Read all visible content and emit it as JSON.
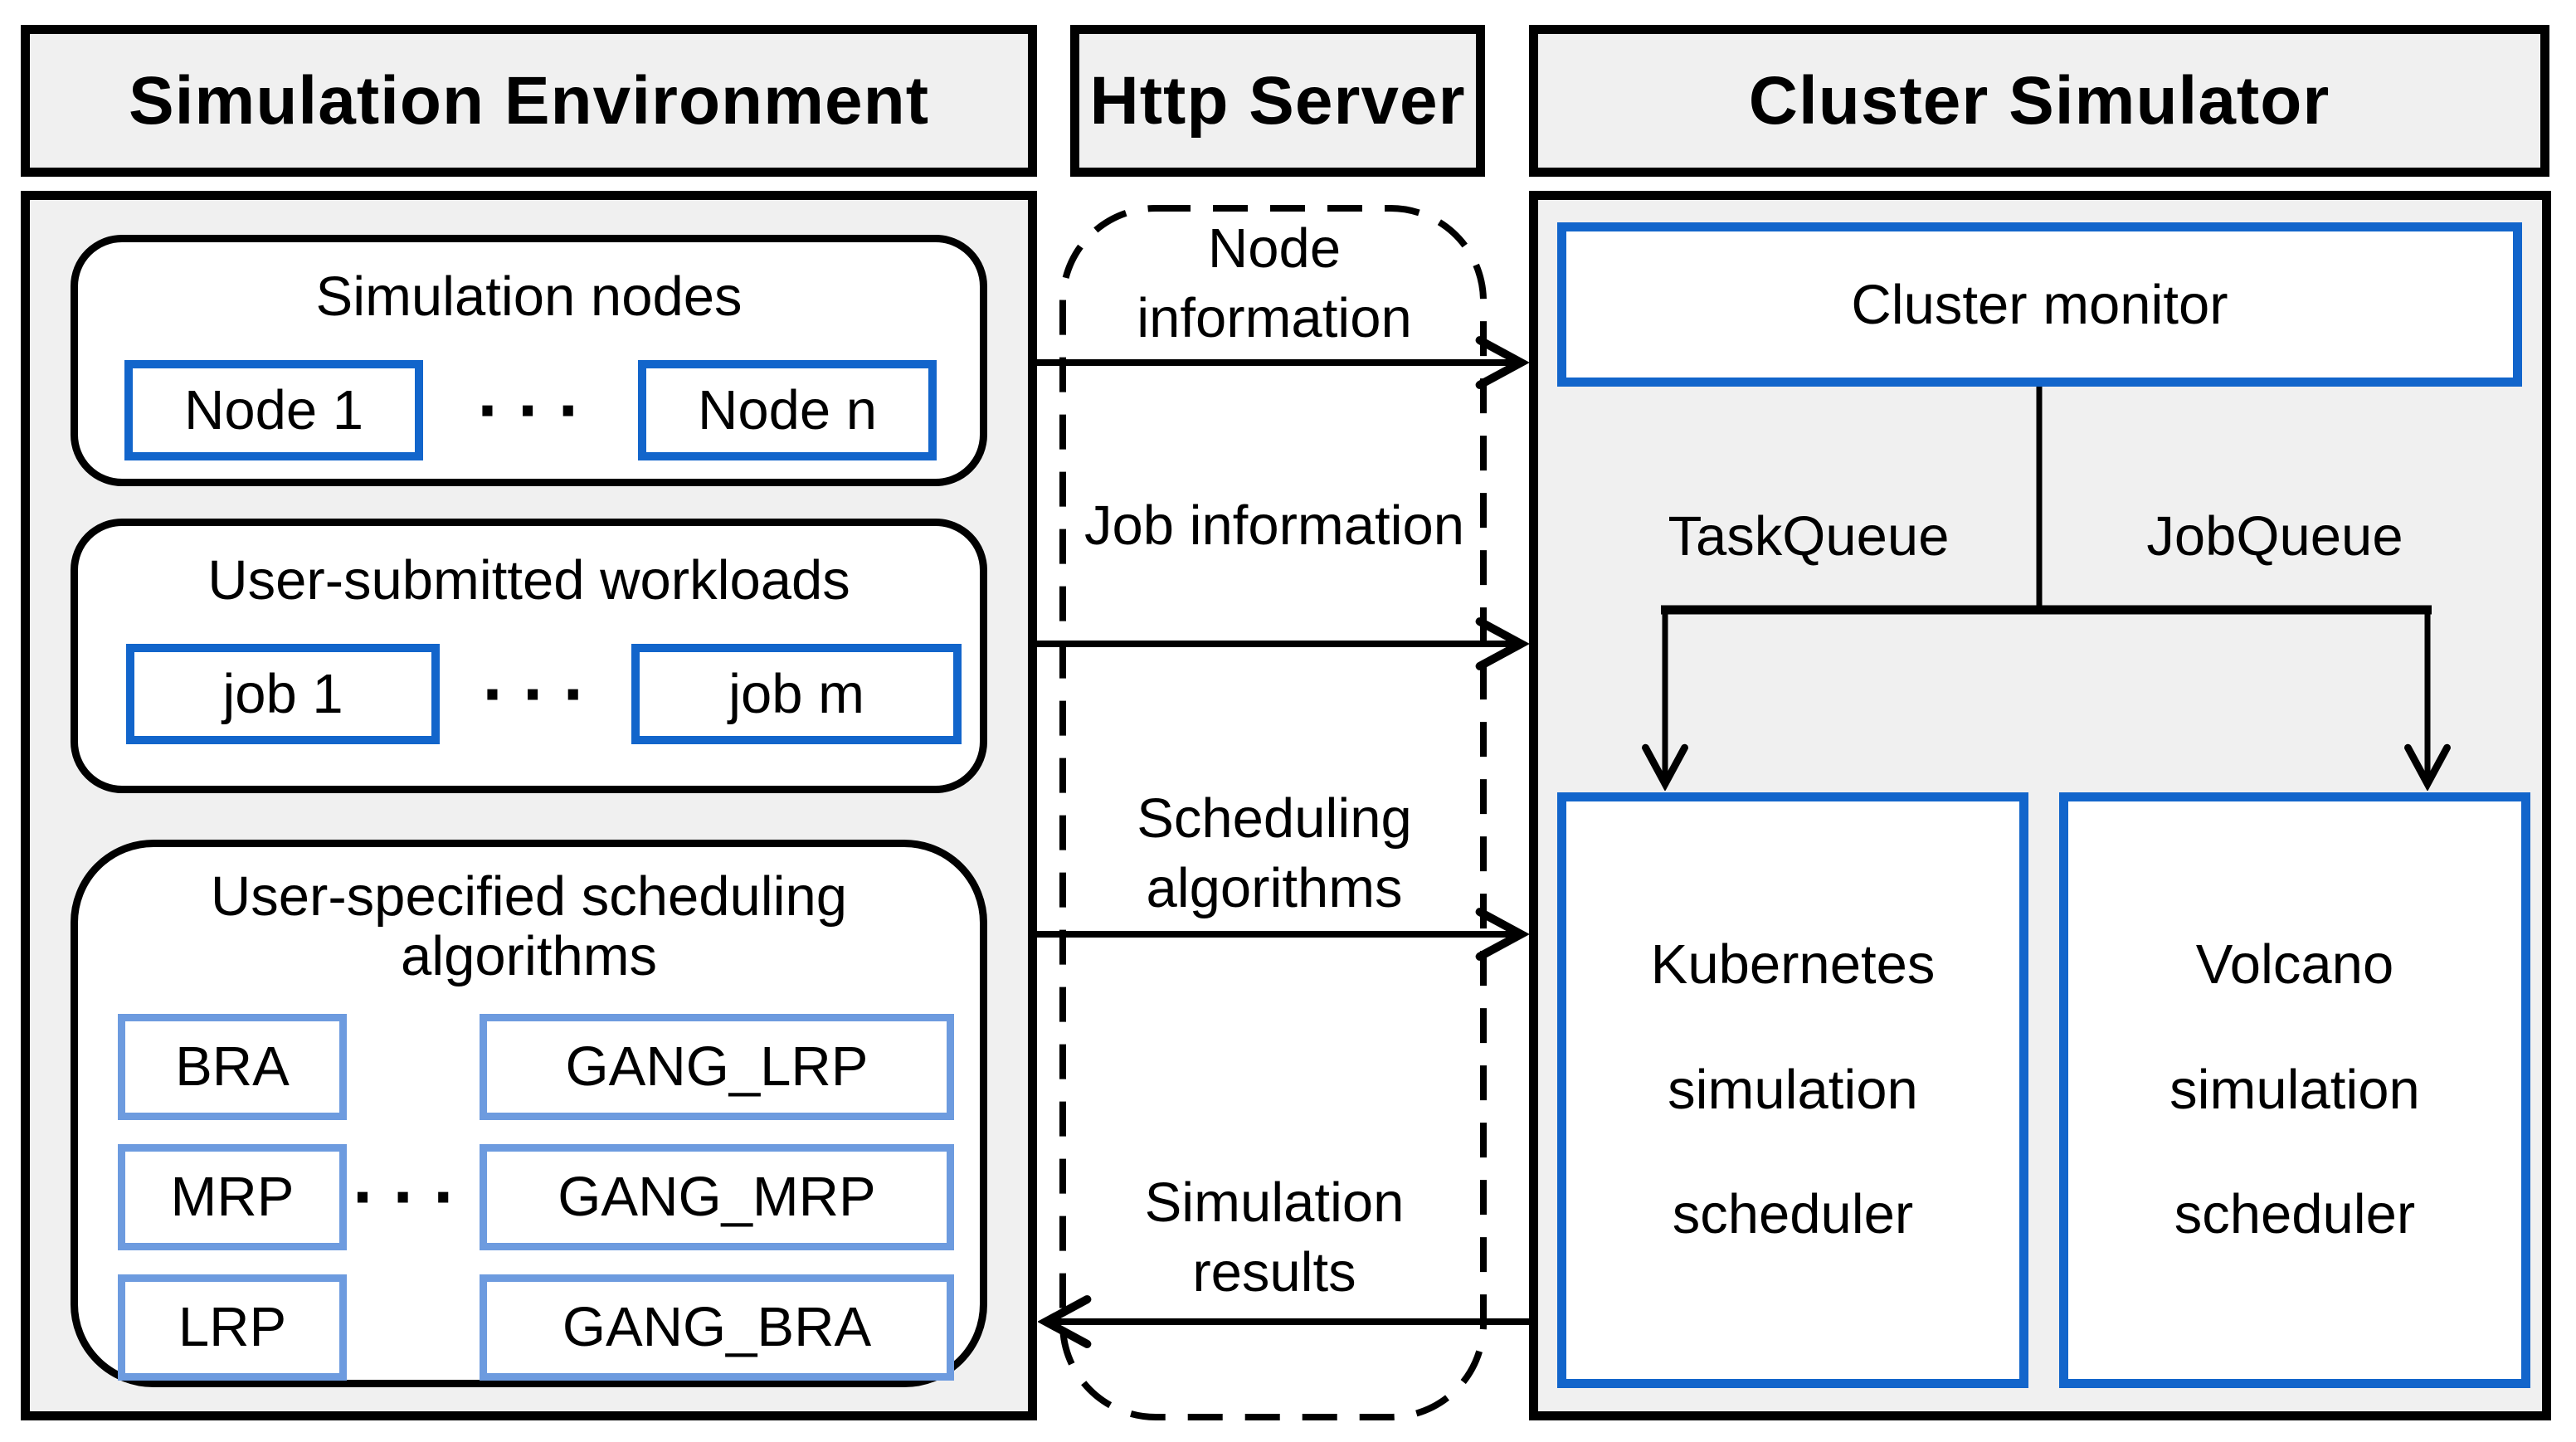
{
  "headers": {
    "left": "Simulation Environment",
    "middle": "Http Server",
    "right": "Cluster Simulator"
  },
  "simulation_environment": {
    "nodes_group": {
      "title": "Simulation nodes",
      "first": "Node 1",
      "dots": "···",
      "last": "Node n"
    },
    "workloads_group": {
      "title": "User-submitted workloads",
      "first": "job 1",
      "dots": "···",
      "last": "job m"
    },
    "algorithms_group": {
      "title": "User-specified scheduling algorithms",
      "dots": "···",
      "left_items": [
        "BRA",
        "MRP",
        "LRP"
      ],
      "right_items": [
        "GANG_LRP",
        "GANG_MRP",
        "GANG_BRA"
      ]
    }
  },
  "http_server": {
    "flows": [
      "Node information",
      "Job information",
      "Scheduling algorithms",
      "Simulation results"
    ]
  },
  "cluster_simulator": {
    "monitor": "Cluster monitor",
    "task_queue": "TaskQueue",
    "job_queue": "JobQueue",
    "schedulers": [
      "Kubernetes simulation scheduler",
      "Volcano simulation scheduler"
    ]
  },
  "colors": {
    "panel_fill": "#f0f0f0",
    "line": "#000000",
    "accent_blue": "#1265cb",
    "light_blue": "#6d9bdf"
  }
}
